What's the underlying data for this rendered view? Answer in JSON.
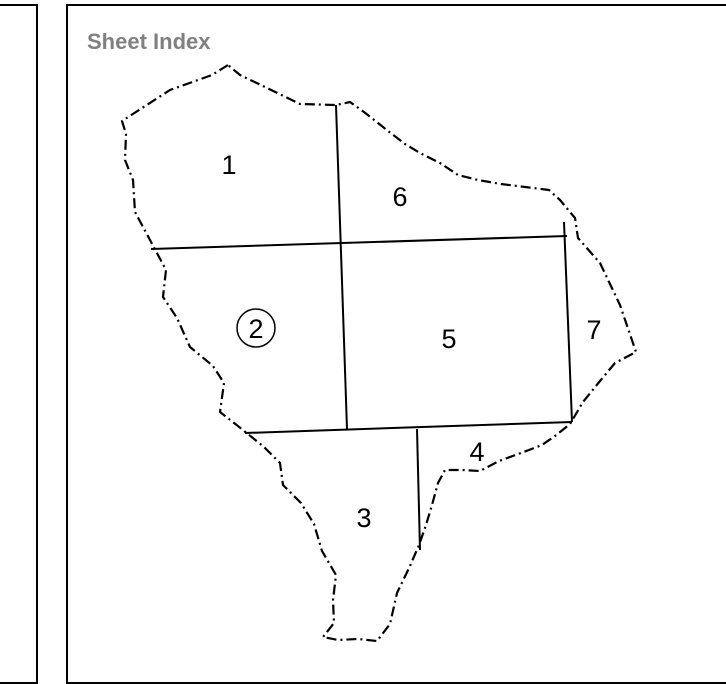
{
  "title": "Sheet Index",
  "colors": {
    "title_text": "#808080",
    "line": "#000000",
    "background": "#ffffff"
  },
  "sheets": [
    {
      "label": "1"
    },
    {
      "label": "2",
      "highlighted": true
    },
    {
      "label": "3"
    },
    {
      "label": "4"
    },
    {
      "label": "5"
    },
    {
      "label": "6"
    },
    {
      "label": "7"
    }
  ]
}
